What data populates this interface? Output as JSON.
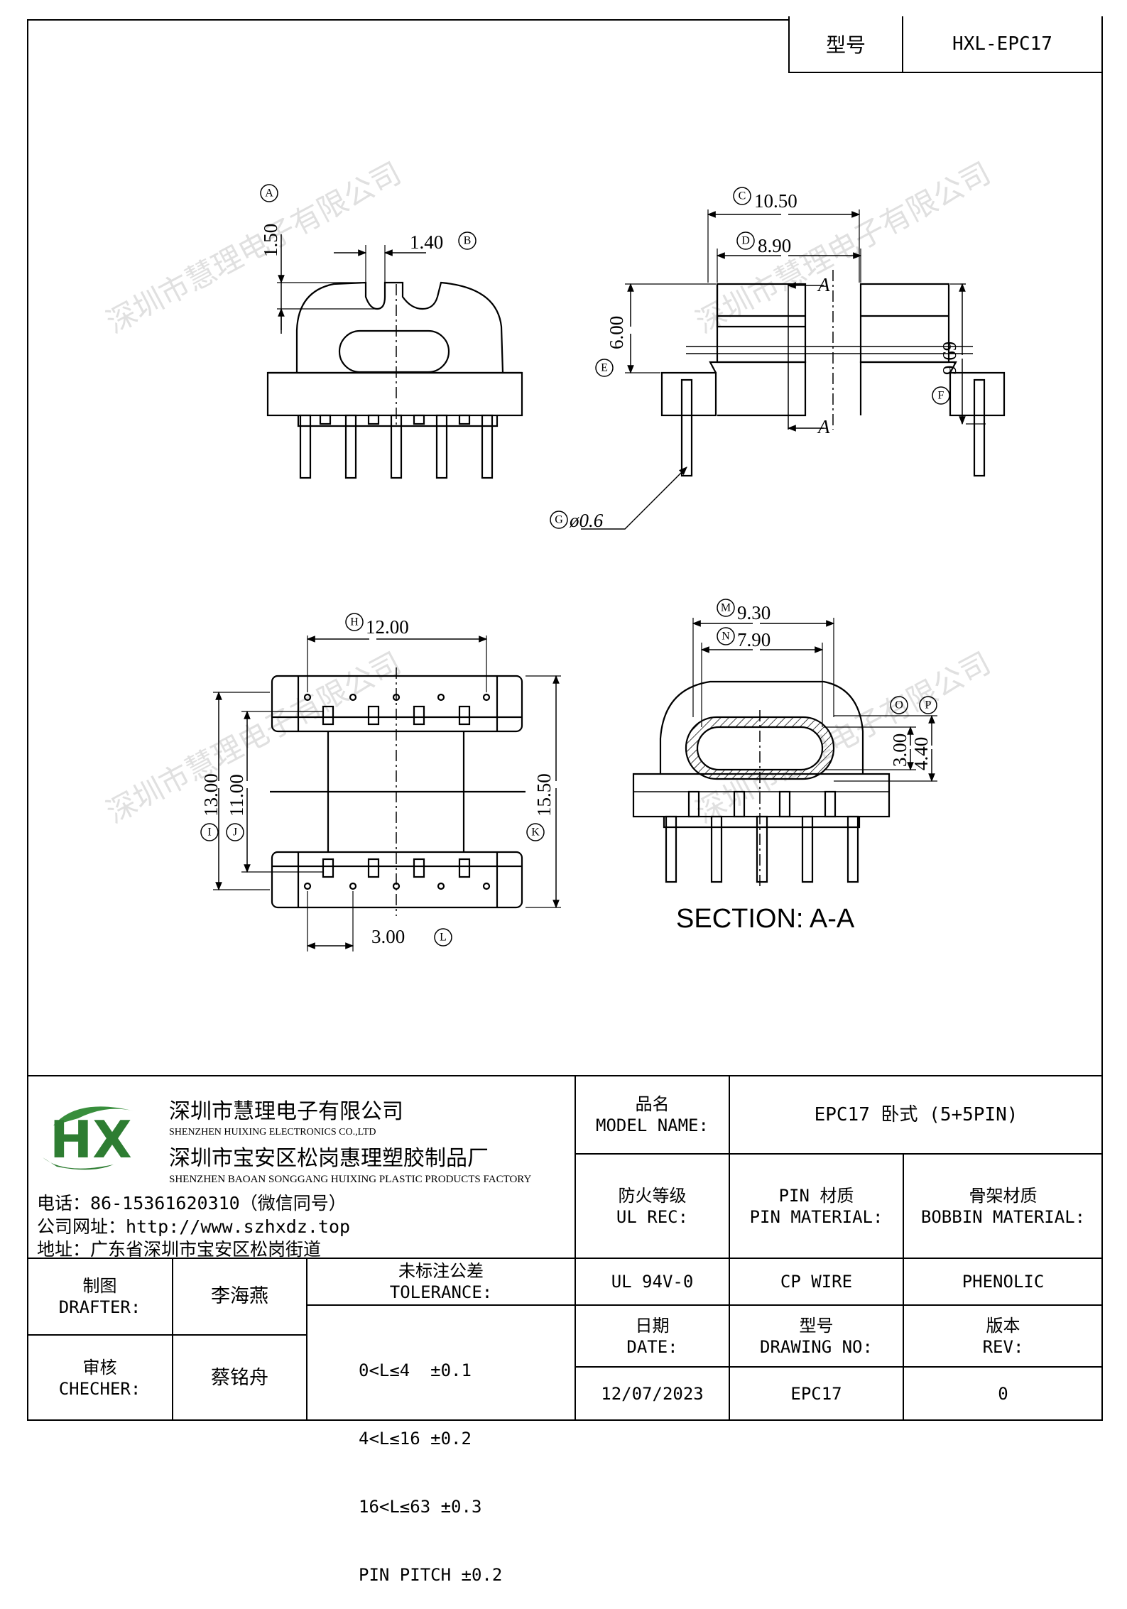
{
  "header": {
    "label": "型号",
    "value": "HXL-EPC17"
  },
  "watermark": "深圳市慧理电子有限公司",
  "drawing": {
    "dims": {
      "A": "1.50",
      "B": "1.40",
      "C": "10.50",
      "D": "8.90",
      "E": "6.00",
      "F": "9.69",
      "G": "ø0.6",
      "H": "12.00",
      "I": "13.00",
      "J": "11.00",
      "K": "15.50",
      "L": "3.00",
      "M": "9.30",
      "N": "7.90",
      "O": "3.00",
      "P": "4.40"
    },
    "letters": {
      "A": "A",
      "B": "B",
      "C": "C",
      "D": "D",
      "E": "E",
      "F": "F",
      "G": "G",
      "H": "H",
      "I": "I",
      "J": "J",
      "K": "K",
      "L": "L",
      "M": "M",
      "N": "N",
      "O": "O",
      "P": "P"
    },
    "section_marker": "A",
    "section_label": "SECTION: A-A"
  },
  "company": {
    "logo_text": "HX",
    "name_cn": "深圳市慧理电子有限公司",
    "name_en": "SHENZHEN HUIXING ELECTRONICS CO.,LTD",
    "factory_cn": "深圳市宝安区松岗惠理塑胶制品厂",
    "factory_en": "SHENZHEN BAOAN SONGGANG HUIXING PLASTIC PRODUCTS FACTORY",
    "phone": "电话：86-15361620310（微信同号）",
    "website": "公司网址：http://www.szhxdz.top",
    "address": "地址：广东省深圳市宝安区松岗街道"
  },
  "title_block": {
    "model_label_cn": "品名",
    "model_label_en": "MODEL NAME:",
    "model_value": "EPC17 卧式 (5+5PIN)",
    "ul_label_cn": "防火等级",
    "ul_label_en": "UL REC:",
    "pin_label_cn": "PIN 材质",
    "pin_label_en": "PIN MATERIAL:",
    "bobbin_label_cn": "骨架材质",
    "bobbin_label_en": "BOBBIN MATERIAL:",
    "ul_value": "UL 94V-0",
    "pin_value": "CP WIRE",
    "bobbin_value": "PHENOLIC",
    "drafter_label_cn": "制图",
    "drafter_label_en": "DRAFTER:",
    "drafter_value": "李海燕",
    "checker_label_cn": "审核",
    "checker_label_en": "CHECHER:",
    "checker_value": "蔡铭舟",
    "tolerance_label_cn": "未标注公差",
    "tolerance_label_en": "TOLERANCE:",
    "tolerances": [
      "0<L≤4  ±0.1",
      "4<L≤16 ±0.2",
      "16<L≤63 ±0.3",
      "PIN PITCH ±0.2"
    ],
    "date_label_cn": "日期",
    "date_label_en": "DATE:",
    "drawing_no_label_cn": "型号",
    "drawing_no_label_en": "DRAWING NO:",
    "rev_label_cn": "版本",
    "rev_label_en": "REV:",
    "date_value": "12/07/2023",
    "drawing_no_value": "EPC17",
    "rev_value": "0"
  }
}
